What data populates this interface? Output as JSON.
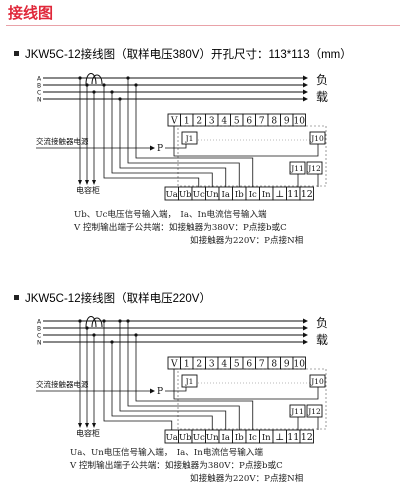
{
  "header": {
    "title": "接线图"
  },
  "sections": [
    {
      "title": "JKW5C-12接线图（取样电压380V）开孔尺寸：113*113（mm）",
      "phase_labels": [
        "A",
        "B",
        "C",
        "N"
      ],
      "load_label": [
        "负",
        "载"
      ],
      "contactor_label": "交流接触器电源",
      "capacitor_label": "电容柜",
      "p_label": "P",
      "top_terminals": [
        "V",
        "1",
        "2",
        "3",
        "4",
        "5",
        "6",
        "7",
        "8",
        "9",
        "10"
      ],
      "relay_labels": [
        "J1",
        "J10",
        "J11",
        "J12"
      ],
      "bottom_terminals": [
        "Ua",
        "Ub",
        "Uc",
        "Un",
        "Ia",
        "Ib",
        "Ic",
        "In",
        "⊥",
        "11",
        "12"
      ],
      "notes": [
        "Ub、Uc电压信号输入端，　Ia、In电流信号输入端",
        "V 控制输出端子公共端：如接触器为380V：P点接b或C",
        "如接触器为220V：P点接N相"
      ]
    },
    {
      "title": "JKW5C-12接线图（取样电压220V）",
      "phase_labels": [
        "A",
        "B",
        "C",
        "N"
      ],
      "load_label": [
        "负",
        "载"
      ],
      "contactor_label": "交流接触器电源",
      "capacitor_label": "电容柜",
      "p_label": "P",
      "top_terminals": [
        "V",
        "1",
        "2",
        "3",
        "4",
        "5",
        "6",
        "7",
        "8",
        "9",
        "10"
      ],
      "relay_labels": [
        "J1",
        "J10",
        "J11",
        "J12"
      ],
      "bottom_terminals": [
        "Ua",
        "Ub",
        "Uc",
        "Un",
        "Ia",
        "Ib",
        "Ic",
        "In",
        "⊥",
        "11",
        "12"
      ],
      "notes": [
        "Ua、Un电压信号输入端，　Ia、In电流信号输入端",
        "V 控制输出端子公共端：如接触器为380V：P点接b或C",
        "如接触器为220V：P点接N相"
      ]
    }
  ]
}
